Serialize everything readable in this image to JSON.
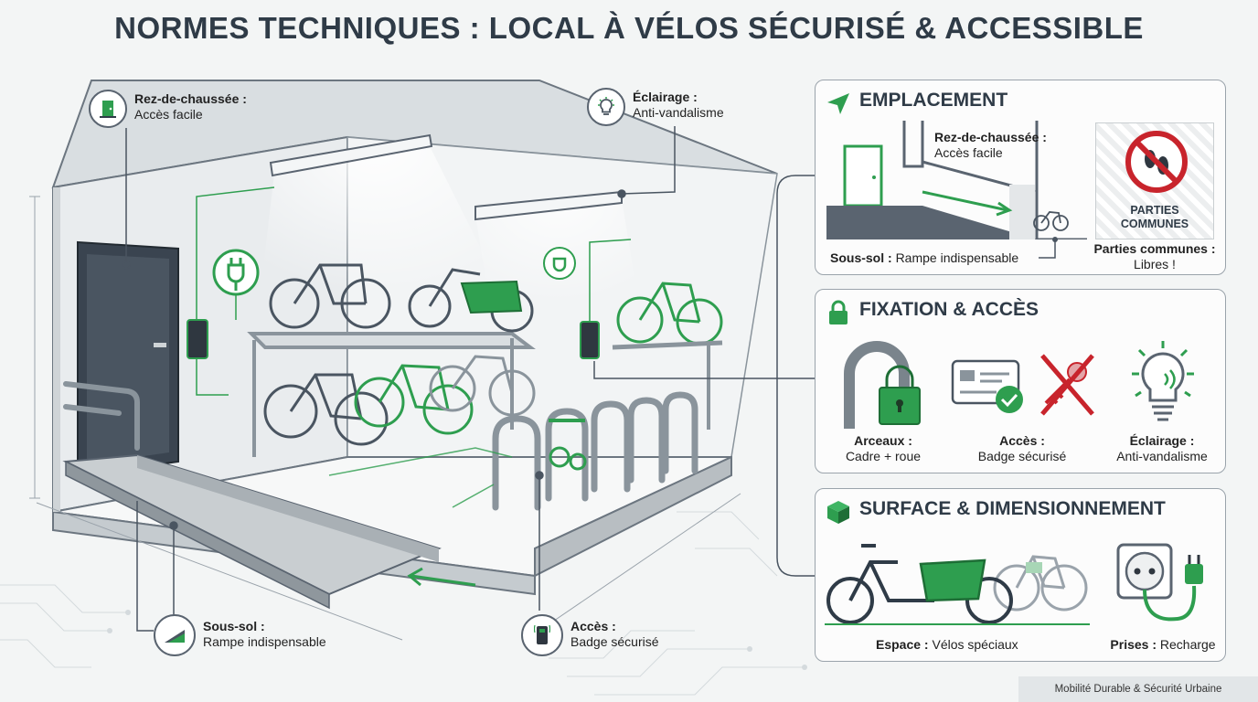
{
  "title": "NORMES TECHNIQUES : LOCAL À VÉLOS SÉCURISÉ & ACCESSIBLE",
  "callouts": {
    "ground": {
      "label": "Rez-de-chaussée :",
      "text": "Accès facile",
      "icon": "door-icon"
    },
    "lighting": {
      "label": "Éclairage :",
      "text": "Anti-vandalisme",
      "icon": "lightbulb-icon"
    },
    "basement": {
      "label": "Sous-sol :",
      "text": "Rampe indispensable",
      "icon": "ramp-icon"
    },
    "access": {
      "label": "Accès :",
      "text": "Badge sécurisé",
      "icon": "badge-reader-icon"
    }
  },
  "panels": {
    "location": {
      "title": "EMPLACEMENT",
      "icon": "location-arrow-icon",
      "ground_label": "Rez-de-chaussée :",
      "ground_text": "Accès facile",
      "basement_label": "Sous-sol :",
      "basement_text": "Rampe indispensable",
      "sign_line1": "PARTIES",
      "sign_line2": "COMMUNES",
      "common_label": "Parties communes :",
      "common_text": "Libres !"
    },
    "fixation": {
      "title": "FIXATION & ACCÈS",
      "icon": "padlock-icon",
      "items": [
        {
          "label": "Arceaux :",
          "text": "Cadre + roue",
          "icon": "u-lock-icon"
        },
        {
          "label": "Accès :",
          "text": "Badge sécurisé",
          "icon": "badge-card-icon"
        },
        {
          "label": "Éclairage :",
          "text": "Anti-vandalisme",
          "icon": "lightbulb-icon"
        }
      ]
    },
    "surface": {
      "title": "SURFACE & DIMENSIONNEMENT",
      "icon": "box-icon",
      "space_label": "Espace :",
      "space_text": "Vélos spéciaux",
      "plugs_label": "Prises :",
      "plugs_text": "Recharge"
    }
  },
  "footer": "Mobilité Durable & Sécurité Urbaine",
  "colors": {
    "accent": "#2e9e4f",
    "dark": "#2f3b47",
    "grey": "#8a949c"
  }
}
